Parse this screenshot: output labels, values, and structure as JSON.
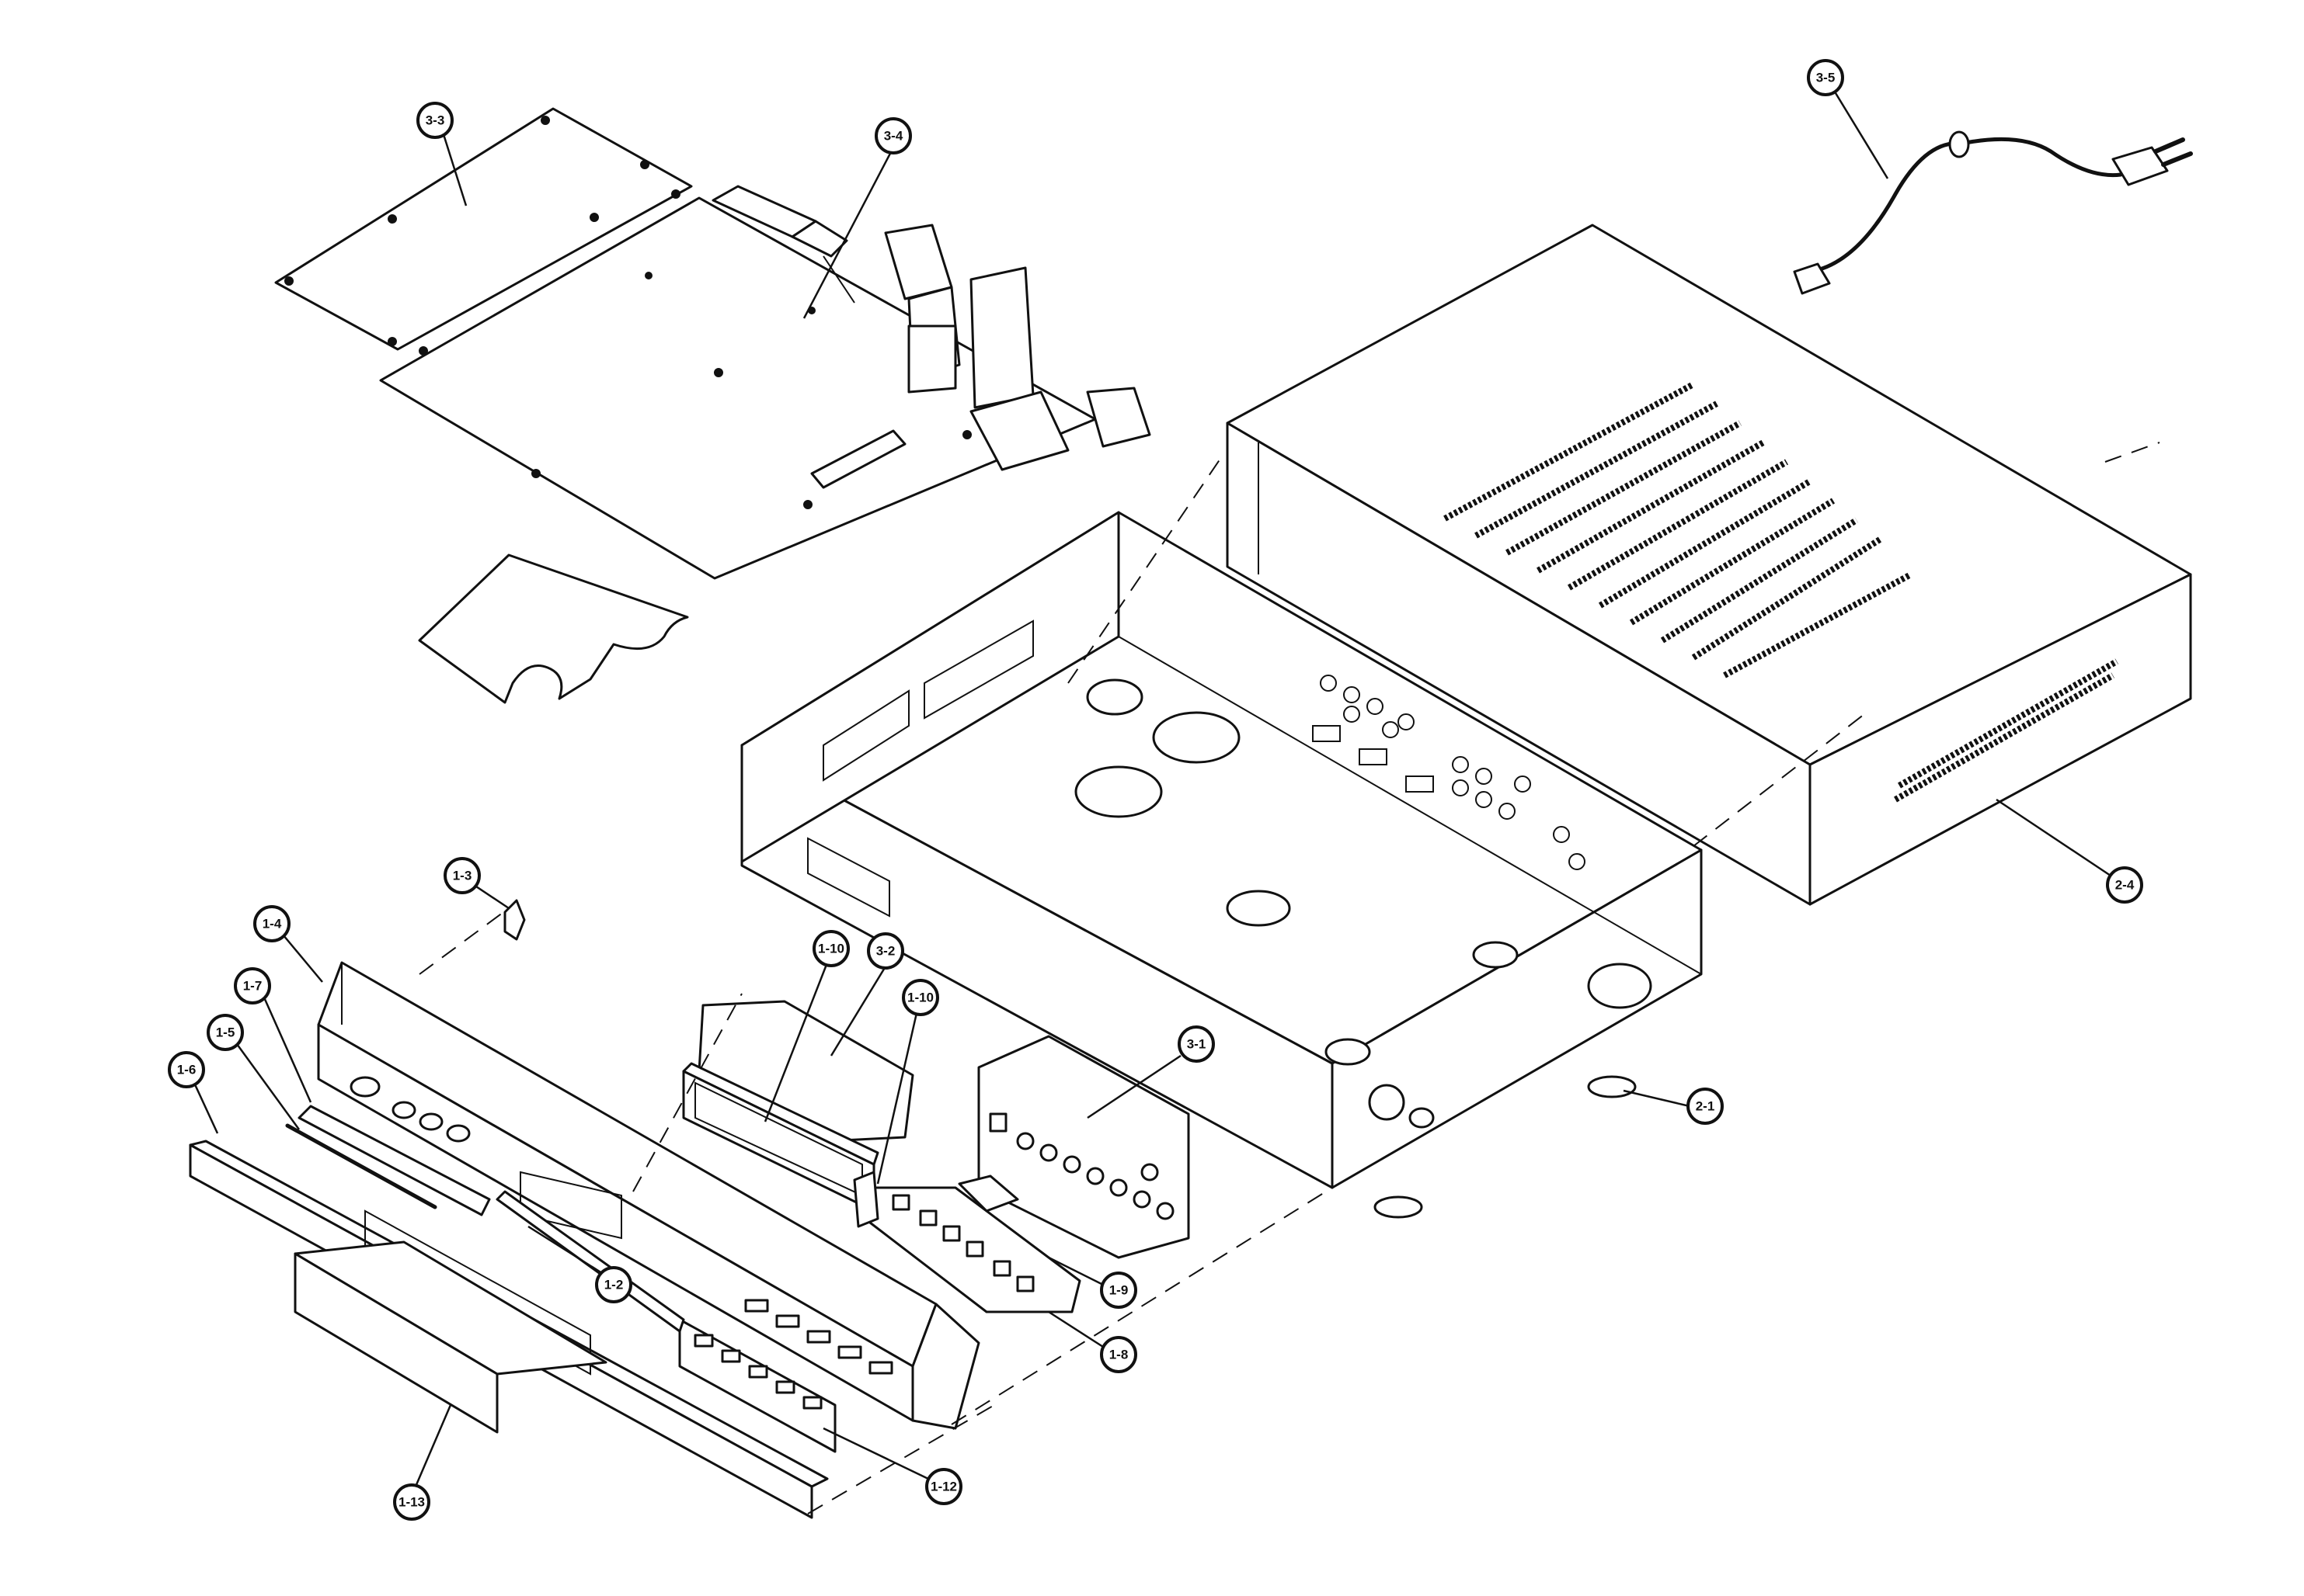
{
  "diagram": {
    "callouts": [
      {
        "id": "3-3",
        "label": "3-3"
      },
      {
        "id": "3-4",
        "label": "3-4"
      },
      {
        "id": "3-5",
        "label": "3-5"
      },
      {
        "id": "2-4",
        "label": "2-4"
      },
      {
        "id": "1-3",
        "label": "1-3"
      },
      {
        "id": "1-4",
        "label": "1-4"
      },
      {
        "id": "1-7",
        "label": "1-7"
      },
      {
        "id": "1-5",
        "label": "1-5"
      },
      {
        "id": "1-6",
        "label": "1-6"
      },
      {
        "id": "1-10a",
        "label": "1-10"
      },
      {
        "id": "3-2",
        "label": "3-2"
      },
      {
        "id": "1-10b",
        "label": "1-10"
      },
      {
        "id": "3-1",
        "label": "3-1"
      },
      {
        "id": "2-1",
        "label": "2-1"
      },
      {
        "id": "1-2",
        "label": "1-2"
      },
      {
        "id": "1-9",
        "label": "1-9"
      },
      {
        "id": "1-8",
        "label": "1-8"
      },
      {
        "id": "1-13",
        "label": "1-13"
      },
      {
        "id": "1-12",
        "label": "1-12"
      }
    ]
  }
}
